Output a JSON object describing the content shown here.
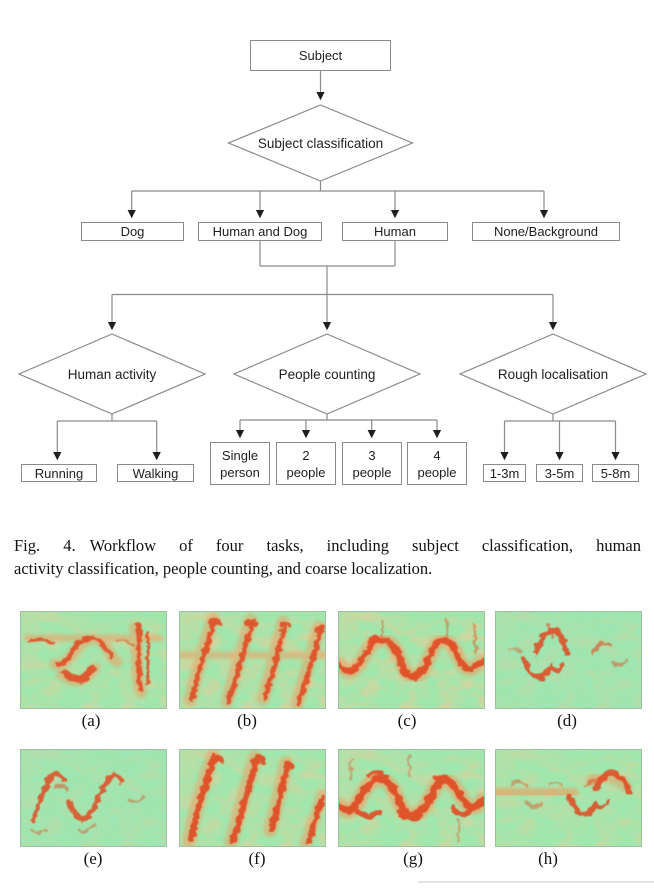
{
  "colors": {
    "flowchart_line": "#8a8a8a",
    "box_border": "#8a8a8a",
    "arrowhead": "#1f1f1f",
    "spectrogram_green": "#a4e5a4",
    "spectrogram_cyan": "#45dcba",
    "spectrogram_orange": "#f29a5e",
    "spectrogram_red": "#e2431b"
  },
  "flowchart": {
    "root": "Subject",
    "root_decision": "Subject classification",
    "subjects": [
      "Dog",
      "Human and Dog",
      "Human",
      "None/Background"
    ],
    "tasks": [
      "Human activity",
      "People counting",
      "Rough localisation"
    ],
    "activity_outputs": [
      "Running",
      "Walking"
    ],
    "counting_outputs": [
      "Single person",
      "2 people",
      "3 people",
      "4 people"
    ],
    "localisation_outputs": [
      "1-3m",
      "3-5m",
      "5-8m"
    ]
  },
  "caption": {
    "fig_label": "Fig. 4.",
    "line1": "Workflow of four tasks, including subject classification, human",
    "line2": "activity classification, people counting, and coarse localization."
  },
  "spectrograms": {
    "labels": [
      "(a)",
      "(b)",
      "(c)",
      "(d)",
      "(e)",
      "(f)",
      "(g)",
      "(h)"
    ]
  }
}
